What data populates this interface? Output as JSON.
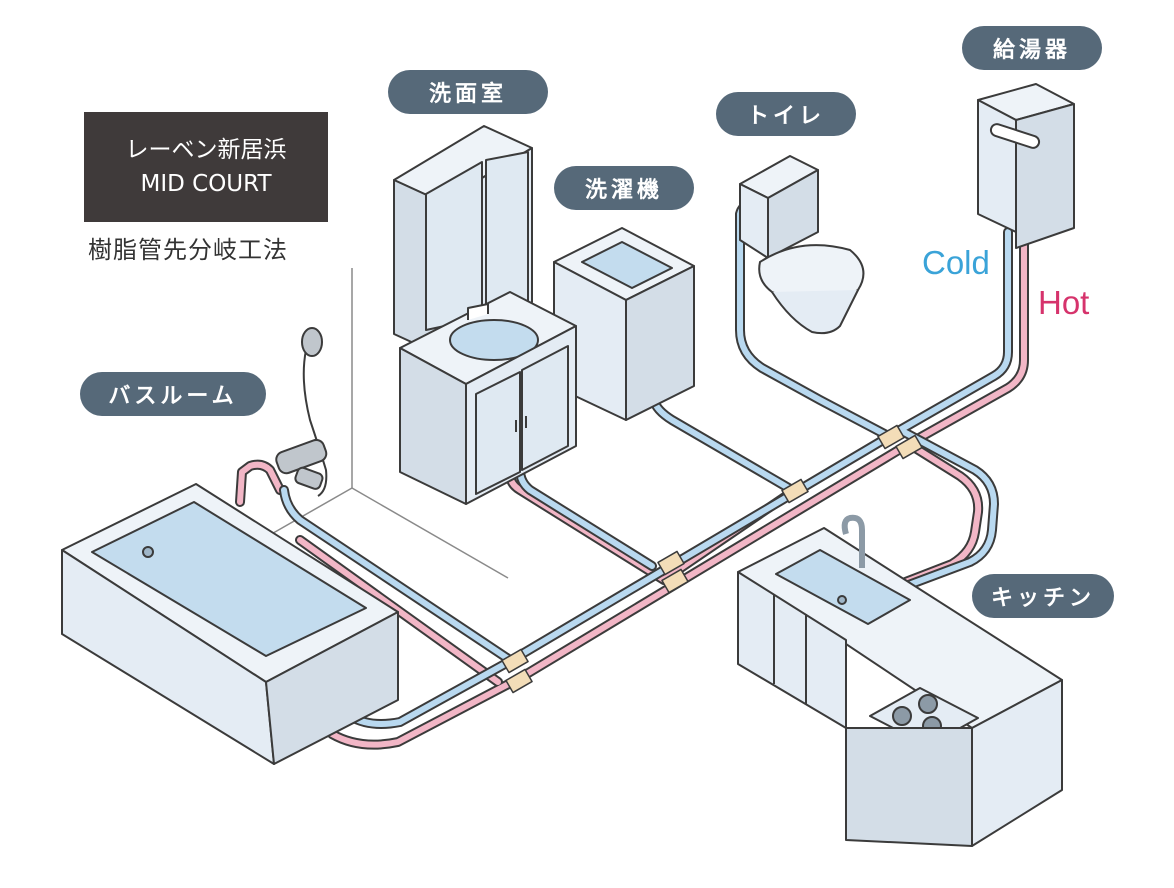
{
  "title": {
    "line1": "レーベン新居浜",
    "line2": "MID COURT",
    "method": "樹脂管先分岐工法"
  },
  "rooms": {
    "water_heater": "給湯器",
    "washroom": "洗面室",
    "toilet": "トイレ",
    "washing_machine": "洗濯機",
    "bathroom": "バスルーム",
    "kitchen": "キッチン"
  },
  "legend": {
    "cold": "Cold",
    "hot": "Hot"
  },
  "colors": {
    "cold": "#3aa3d8",
    "hot": "#d6336c",
    "cold_pipe": "#b9d9f0",
    "hot_pipe": "#f2b6c6",
    "fixture_fill": "#e4ecf4",
    "water": "#c3dcee",
    "label_bg": "#566979",
    "title_bg": "#3f3a3a",
    "outline": "#3b3b3b",
    "fitting": "#f3ddb8"
  }
}
